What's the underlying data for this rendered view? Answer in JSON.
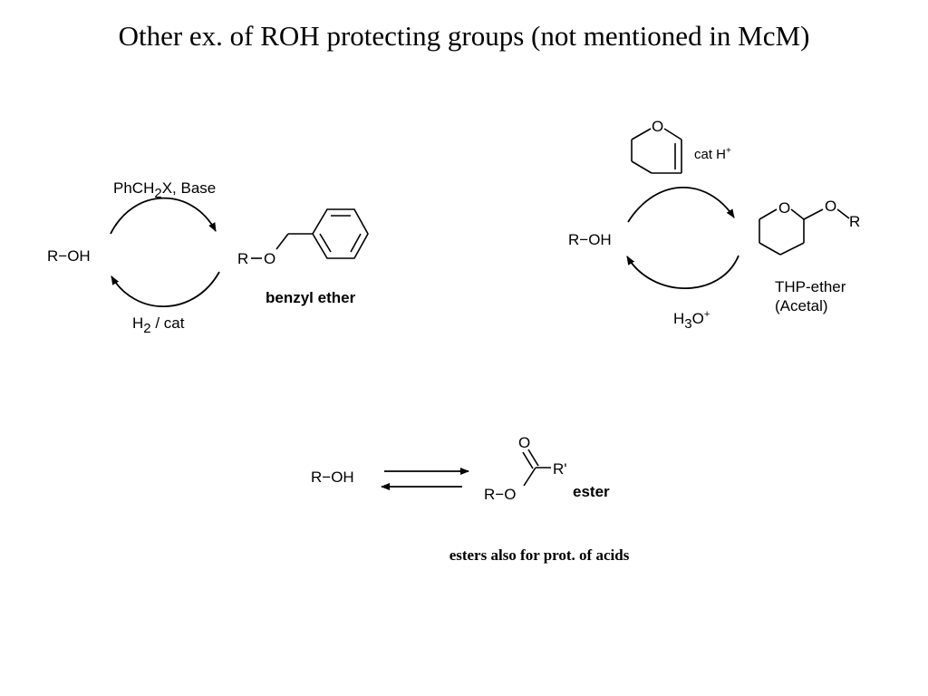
{
  "title": "Other ex. of ROH protecting groups (not mentioned in McM)",
  "benzyl": {
    "reactant": "R−OH",
    "product_r": "R",
    "product_o": "O",
    "forward_reagent_a": "PhCH",
    "forward_reagent_sub": "2",
    "forward_reagent_b": "X, Base",
    "reverse_reagent_a": "H",
    "reverse_reagent_sub": "2",
    "reverse_reagent_b": " / cat",
    "product_name": "benzyl ether"
  },
  "thp": {
    "reagent_ring_o": "O",
    "catalyst_a": "cat H",
    "catalyst_sup": "+",
    "reactant": "R−OH",
    "product_ring_o": "O",
    "product_chain_o": "O",
    "product_r": "R",
    "product_name_line1": "THP-ether",
    "product_name_line2": "(Acetal)",
    "reverse_reagent_a": "H",
    "reverse_reagent_sub": "3",
    "reverse_reagent_b": "O",
    "reverse_reagent_sup": "+"
  },
  "ester": {
    "reactant": "R−OH",
    "carbonyl_o": "O",
    "r_prime": "R'",
    "ester_o": "R−O",
    "product_name": "ester"
  },
  "footnote": "esters also for prot. of acids"
}
